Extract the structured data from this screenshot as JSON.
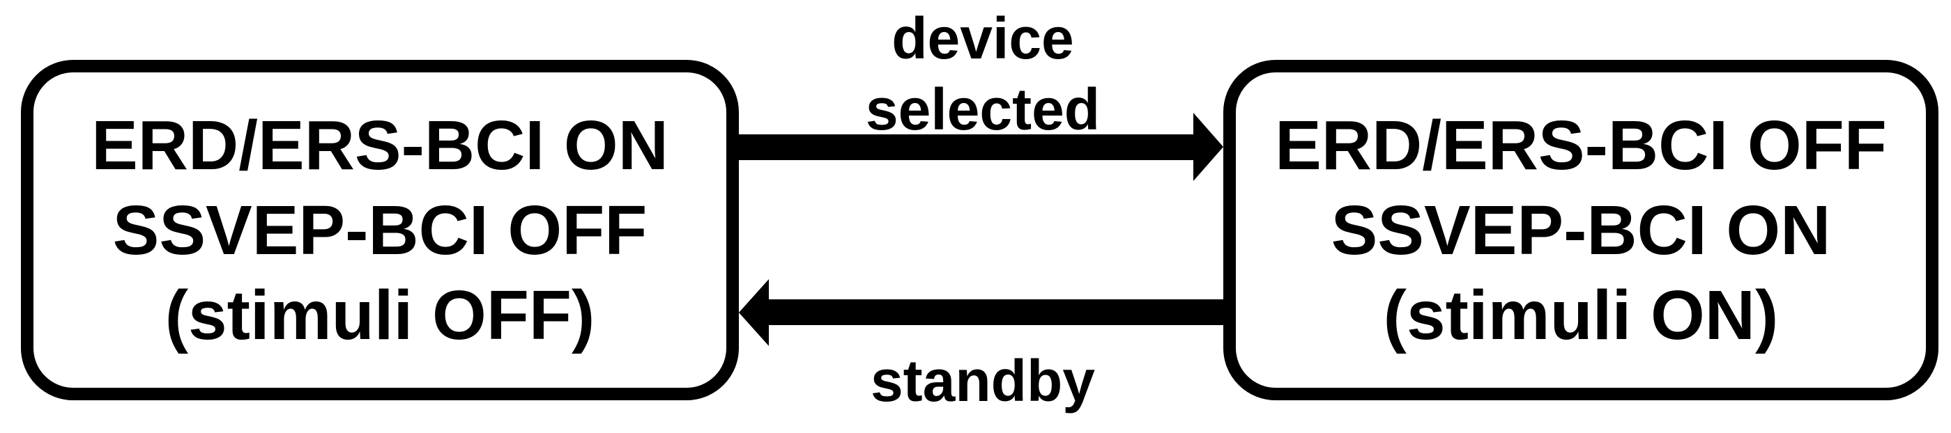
{
  "diagram": {
    "background_color": "#ffffff",
    "stroke_color": "#000000",
    "states": [
      {
        "id": "ssvep-off",
        "lines": [
          "ERD/ERS-BCI ON",
          "SSVEP-BCI OFF",
          "(stimuli OFF)"
        ]
      },
      {
        "id": "ssvep-on",
        "lines": [
          "ERD/ERS-BCI OFF",
          "SSVEP-BCI ON",
          "(stimuli ON)"
        ]
      }
    ],
    "transitions": [
      {
        "label": "device selected",
        "from": "ssvep-off",
        "to": "ssvep-on",
        "direction": "left-to-right"
      },
      {
        "label": "standby",
        "from": "ssvep-on",
        "to": "ssvep-off",
        "direction": "right-to-left"
      }
    ]
  }
}
